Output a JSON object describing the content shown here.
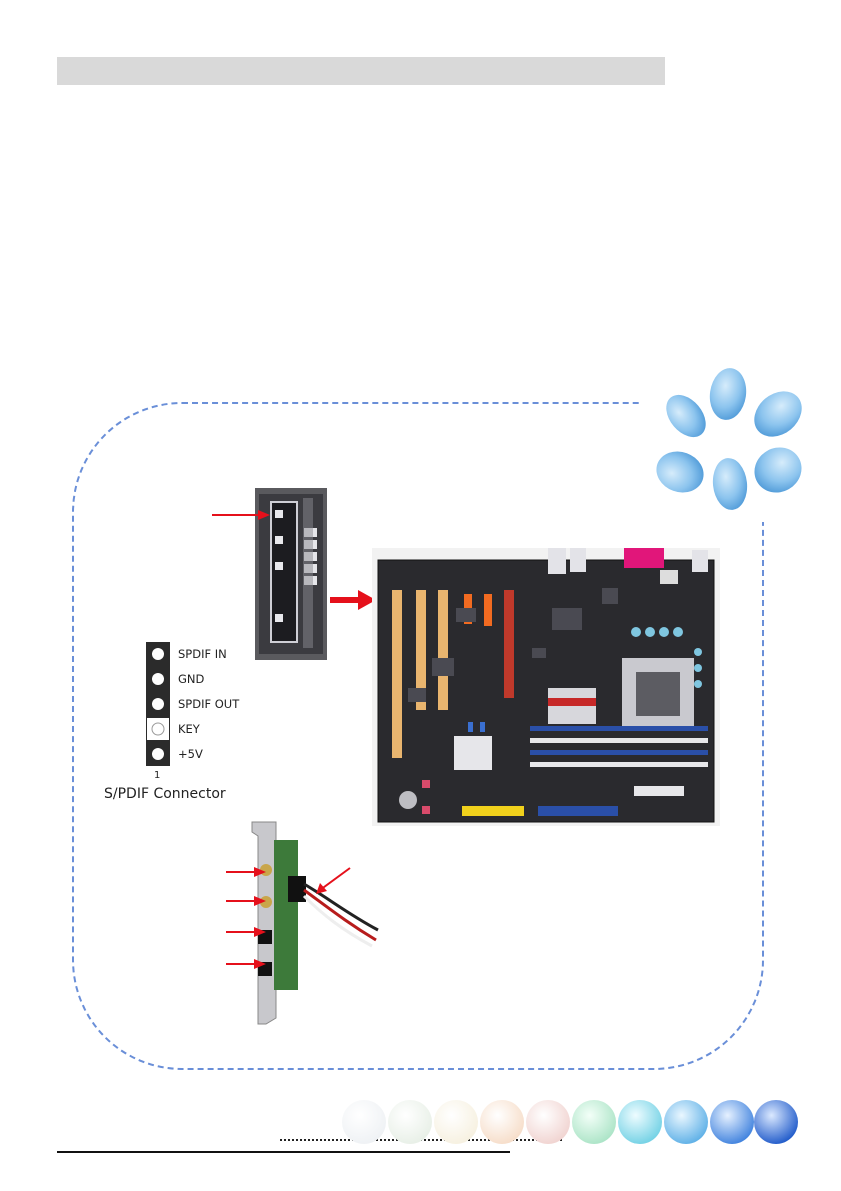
{
  "connector": {
    "pins": [
      "SPDIF IN",
      "GND",
      "SPDIF OUT",
      "KEY",
      "+5V"
    ],
    "pin_one_label": "1",
    "caption": "S/PDIF Connector"
  },
  "colors": {
    "header_bar": "#d9d9d9",
    "frame_border": "#6a8fd8",
    "flower_petal": "#8cc4ee",
    "pointer_arrow": "#e5101b",
    "board_pcb": "#2a2a2e"
  },
  "icons": {
    "decoration": "flower-icon",
    "footer": "bubble-row-icon",
    "pointers": "red-arrow-icon"
  }
}
